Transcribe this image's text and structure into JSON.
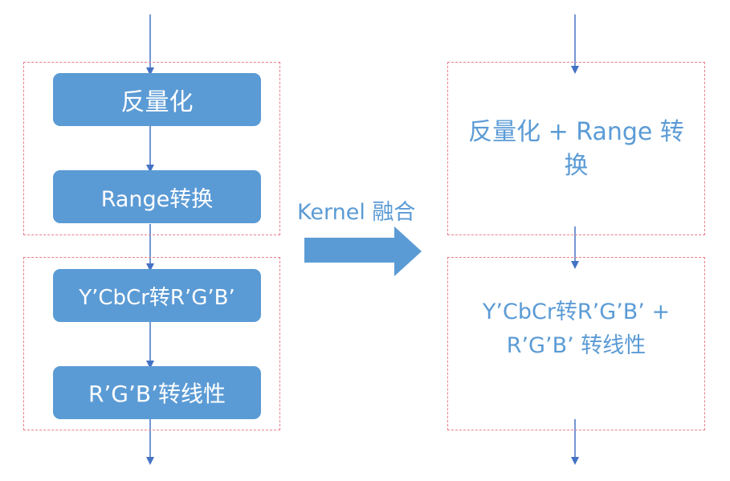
{
  "colors": {
    "accent": "#5b9bd5",
    "connector": "#4472c4",
    "group_border": "#e8808c",
    "step_text": "#ffffff"
  },
  "left_pipeline": {
    "steps": [
      "反量化",
      "Range转换",
      "Y’CbCr转R’G’B’",
      "R’G’B’转线性"
    ]
  },
  "transition": {
    "label": "Kernel 融合"
  },
  "right_pipeline": {
    "fused_steps": [
      {
        "line1": "反量化 + Range 转",
        "line2": "换"
      },
      {
        "line1": "Y’CbCr转R’G’B’ +",
        "line2": "R’G’B’ 转线性"
      }
    ]
  }
}
